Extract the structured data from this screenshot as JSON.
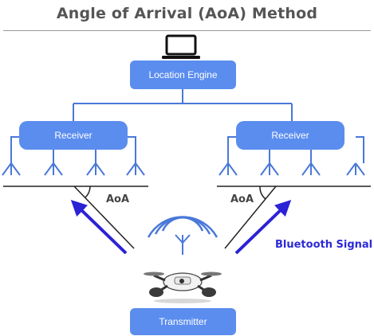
{
  "title": "Angle of Arrival (AoA) Method",
  "nodes": {
    "location_engine": "Location Engine",
    "receiver_left": "Receiver",
    "receiver_right": "Receiver",
    "transmitter": "Transmitter"
  },
  "labels": {
    "aoa_left": "AoA",
    "aoa_right": "AoA",
    "bluetooth_signal": "Bluetooth Signal"
  },
  "icons": {
    "computer": "laptop-icon",
    "drone": "drone-icon",
    "signal": "wireless-signal-icon",
    "antenna": "antenna-icon"
  },
  "colors": {
    "box_fill": "#5b8def",
    "connector": "#4a78d8",
    "arrow": "#2b22d6",
    "bluetooth_text": "#2d2ad6",
    "title_text": "#555555"
  }
}
